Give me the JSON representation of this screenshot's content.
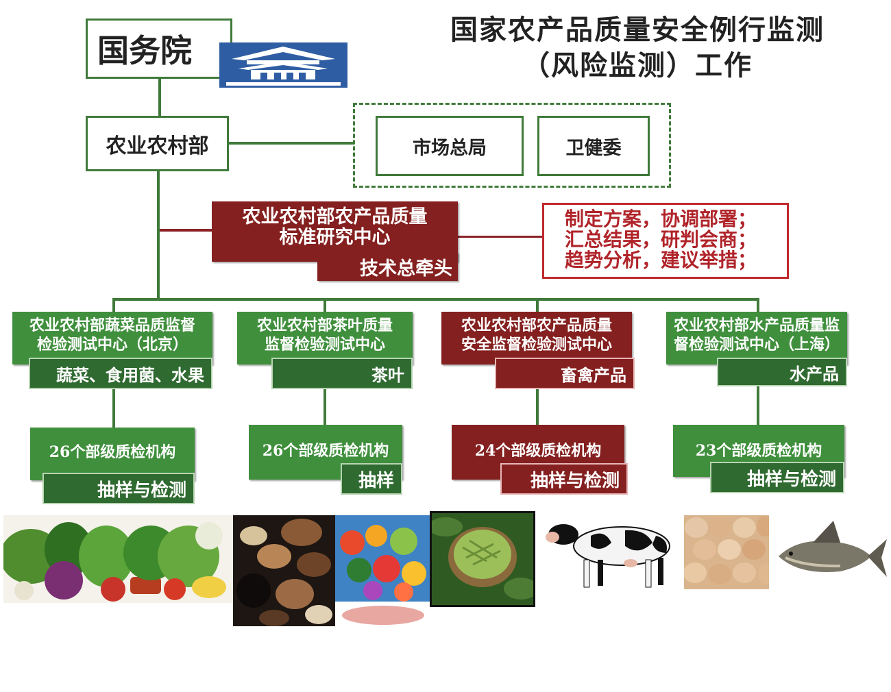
{
  "title": {
    "line1": "国家农产品质量安全例行监测",
    "line2": "（风险监测）工作"
  },
  "state_council": {
    "label": "国务院"
  },
  "ministry": {
    "label": "农业农村部"
  },
  "partners": {
    "market": "市场总局",
    "health": "卫健委"
  },
  "research_center": {
    "line1": "农业农村部农产品质量",
    "line2": "标准研究中心",
    "role": "技术总牵头"
  },
  "duties": {
    "line1": "制定方案，协调部署；",
    "line2": "汇总结果，研判会商；",
    "line3": "趋势分析，建议举措；"
  },
  "centers": [
    {
      "line1": "农业农村部蔬菜品质监督",
      "line2": "检验测试中心（北京）",
      "scope": "蔬菜、食用菌、水果",
      "count": "26个部级质检机构",
      "task": "抽样与检测"
    },
    {
      "line1": "农业农村部茶叶质量",
      "line2": "监督检验测试中心",
      "scope": "茶叶",
      "count": "26个部级质检机构",
      "task": "抽样"
    },
    {
      "line1": "农业农村部农产品质量",
      "line2": "安全监督检验测试中心",
      "scope": "畜禽产品",
      "count": "24个部级质检机构",
      "task": "抽样与检测"
    },
    {
      "line1": "农业农村部水产品质量监",
      "line2": "督检验测试中心（上海）",
      "scope": "水产品",
      "count": "23个部级质检机构",
      "task": "抽样与检测"
    }
  ],
  "colors": {
    "green": "#3f8f3c",
    "dark_green": "#2f6a30",
    "line_green": "#3f7a3a",
    "red": "#84201f"
  },
  "icons": [
    "palace-icon",
    "vegetables-photo",
    "mushrooms-photo",
    "fruits-photo",
    "tea-photo",
    "cow-photo",
    "eggs-photo",
    "fish-photo"
  ]
}
